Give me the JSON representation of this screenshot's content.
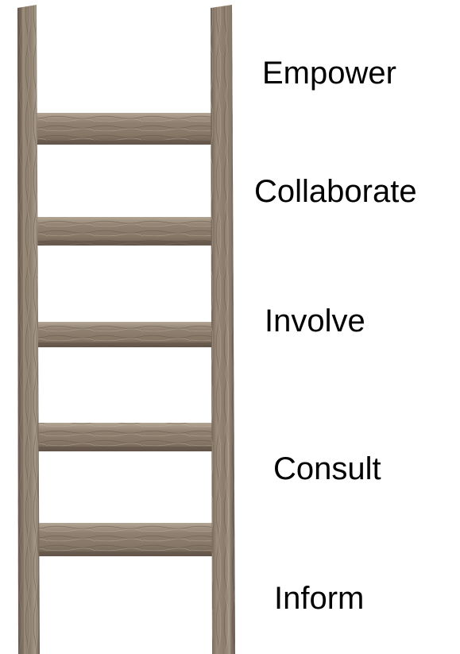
{
  "steps": [
    {
      "label": "Empower"
    },
    {
      "label": "Collaborate"
    },
    {
      "label": "Involve"
    },
    {
      "label": "Consult"
    },
    {
      "label": "Inform"
    }
  ],
  "colors": {
    "wood_base": "#8d7e6e",
    "wood_light": "#a89a89",
    "wood_dark": "#6a5c4f",
    "text": "#000000"
  },
  "icons": {
    "ladder": "wooden-ladder"
  }
}
